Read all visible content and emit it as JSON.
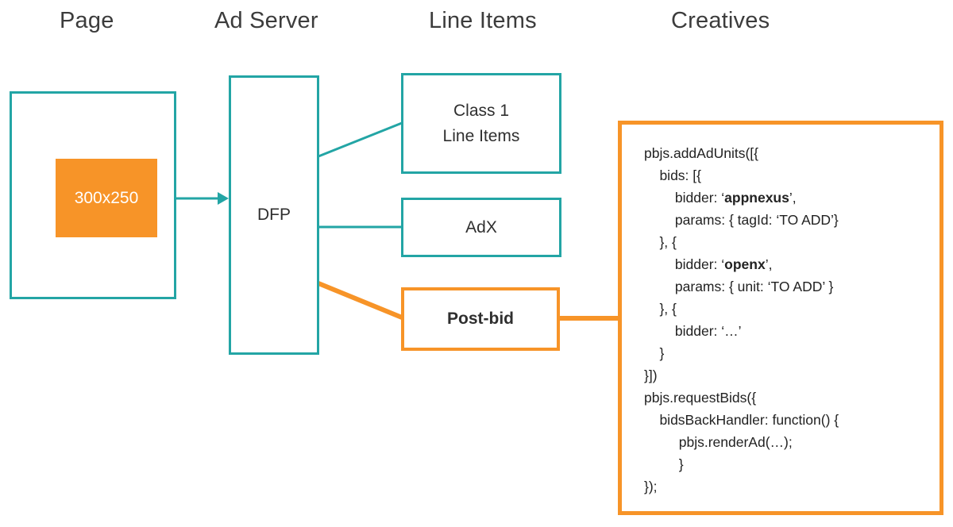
{
  "colors": {
    "teal": "#23a5a5",
    "orange": "#f79428",
    "text": "#3b3b3b"
  },
  "headers": [
    {
      "id": "page",
      "label": "Page"
    },
    {
      "id": "ad-server",
      "label": "Ad Server"
    },
    {
      "id": "line-items",
      "label": "Line Items"
    },
    {
      "id": "creatives",
      "label": "Creatives"
    }
  ],
  "page": {
    "ad_slot_label": "300x250"
  },
  "ad_server": {
    "dfp_label": "DFP"
  },
  "line_items": {
    "class1_line1": "Class 1",
    "class1_line2": "Line Items",
    "adx_label": "AdX",
    "postbid_label": "Post-bid"
  },
  "creatives": {
    "code_lines": [
      {
        "segments": [
          {
            "t": "pbjs.addAdUnits([{"
          }
        ]
      },
      {
        "segments": [
          {
            "t": "    bids: [{"
          }
        ]
      },
      {
        "segments": [
          {
            "t": "        bidder: ‘"
          },
          {
            "t": "appnexus",
            "b": true
          },
          {
            "t": "’,"
          }
        ]
      },
      {
        "segments": [
          {
            "t": "        params: { tagId: ‘TO ADD’}"
          }
        ]
      },
      {
        "segments": [
          {
            "t": "    }, {"
          }
        ]
      },
      {
        "segments": [
          {
            "t": "        bidder: ‘"
          },
          {
            "t": "openx",
            "b": true
          },
          {
            "t": "’,"
          }
        ]
      },
      {
        "segments": [
          {
            "t": "        params: { unit: ‘TO ADD’ }"
          }
        ]
      },
      {
        "segments": [
          {
            "t": "    }, {"
          }
        ]
      },
      {
        "segments": [
          {
            "t": "        bidder: ‘…’"
          }
        ]
      },
      {
        "segments": [
          {
            "t": "    }"
          }
        ]
      },
      {
        "segments": [
          {
            "t": "}])"
          }
        ]
      },
      {
        "segments": [
          {
            "t": "pbjs.requestBids({"
          }
        ]
      },
      {
        "segments": [
          {
            "t": "    bidsBackHandler: function() {"
          }
        ]
      },
      {
        "segments": [
          {
            "t": "         pbjs.renderAd(…);"
          }
        ]
      },
      {
        "segments": [
          {
            "t": "         }"
          }
        ]
      },
      {
        "segments": [
          {
            "t": "});"
          }
        ]
      }
    ]
  }
}
